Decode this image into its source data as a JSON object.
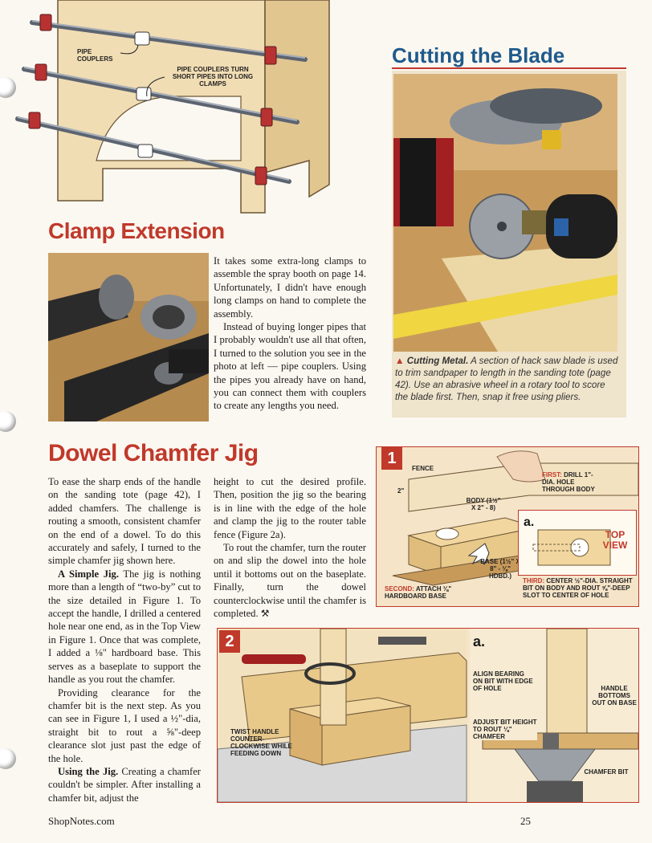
{
  "top_illustration": {
    "label_pipe_couplers": "PIPE COUPLERS",
    "label_turn_short": "PIPE COUPLERS TURN SHORT PIPES INTO LONG CLAMPS"
  },
  "cutting_blade": {
    "title": "Cutting the Blade",
    "caption_lead": "Cutting Metal.",
    "caption_text": "A section of hack saw blade is used to trim sandpaper to length in the sanding tote (page 42). Use an abrasive wheel in a rotary tool to score the blade first. Then, snap it free using pliers."
  },
  "clamp_extension": {
    "title": "Clamp Extension",
    "paragraphs": [
      "It takes some extra-long clamps to assemble the spray booth on page 14. Unfortunately, I didn't have enough long clamps on hand to complete the assembly.",
      "Instead of buying longer pipes that I probably wouldn't use all that often, I turned to the solution you see in the photo at left — pipe couplers. Using the pipes you already have on hand, you can connect them with couplers to create any lengths you need."
    ]
  },
  "dowel_jig": {
    "title": "Dowel Chamfer Jig",
    "col1_p1": "To ease the sharp ends of the handle on the sanding tote (page 42), I added chamfers. The challenge is routing a smooth, consistent chamfer on the end of a dowel. To do this accurately and safely, I turned to the simple chamfer jig shown here.",
    "col1_p2_lead": "A Simple Jig.",
    "col1_p2": "The jig is nothing more than a length of “two-by” cut to the size detailed in Figure 1. To accept the handle, I drilled a centered hole near one end, as in the Top View in Figure 1. Once that was complete, I added a ⅛\" hardboard base. This serves as a baseplate to support the handle as you rout the chamfer.",
    "col1_p3": "Providing clearance for the chamfer bit is the next step. As you can see in Figure 1, I used a ½\"-dia, straight bit to rout a ⅝\"-deep clearance slot just past the edge of the hole.",
    "col1_p4_lead": "Using the Jig.",
    "col1_p4": "Creating a chamfer couldn't be simpler. After installing a chamfer bit, adjust the",
    "col2_p1": "height to cut the desired profile. Then, position the jig so the bearing is in line with the edge of the hole and clamp the jig to the router table fence (Figure 2a).",
    "col2_p2": "To rout the chamfer, turn the router on and slip the dowel into the hole until it bottoms out on the baseplate. Finally, turn the dowel counterclockwise until the chamfer is completed."
  },
  "figure1": {
    "num": "1",
    "fence": "FENCE",
    "dim_2": "2\"",
    "body": "BODY (1½\" x 2\" - 8)",
    "base": "BASE (1½\" x 8\" - ⅛\" Hdbd.)",
    "first_red": "FIRST:",
    "first_text": "DRILL 1\"- DIA. HOLE THROUGH BODY",
    "second_red": "SECOND:",
    "second_text": "ATTACH ⅛\" HARDBOARD BASE",
    "third_red": "THIRD:",
    "third_text": "CENTER ½\"-DIA. STRAIGHT BIT ON BODY AND ROUT ⅝\"-DEEP SLOT TO CENTER OF HOLE",
    "inset_label": "a.",
    "top_view": "TOP VIEW"
  },
  "figure2": {
    "num": "2",
    "twist": "TWIST HANDLE COUNTER-CLOCKWISE WHILE FEEDING DOWN",
    "inset_label": "a.",
    "align": "ALIGN BEARING ON BIT WITH EDGE OF HOLE",
    "adjust": "ADJUST BIT HEIGHT TO ROUT ⅛\" CHAMFER",
    "handle_bottoms": "HANDLE BOTTOMS OUT ON BASE",
    "chamfer_bit": "CHAMFER BIT"
  },
  "footer": {
    "site": "ShopNotes.com",
    "page": "25"
  },
  "colors": {
    "accent_red": "#c0392b",
    "heading_blue": "#1f5a8c"
  }
}
